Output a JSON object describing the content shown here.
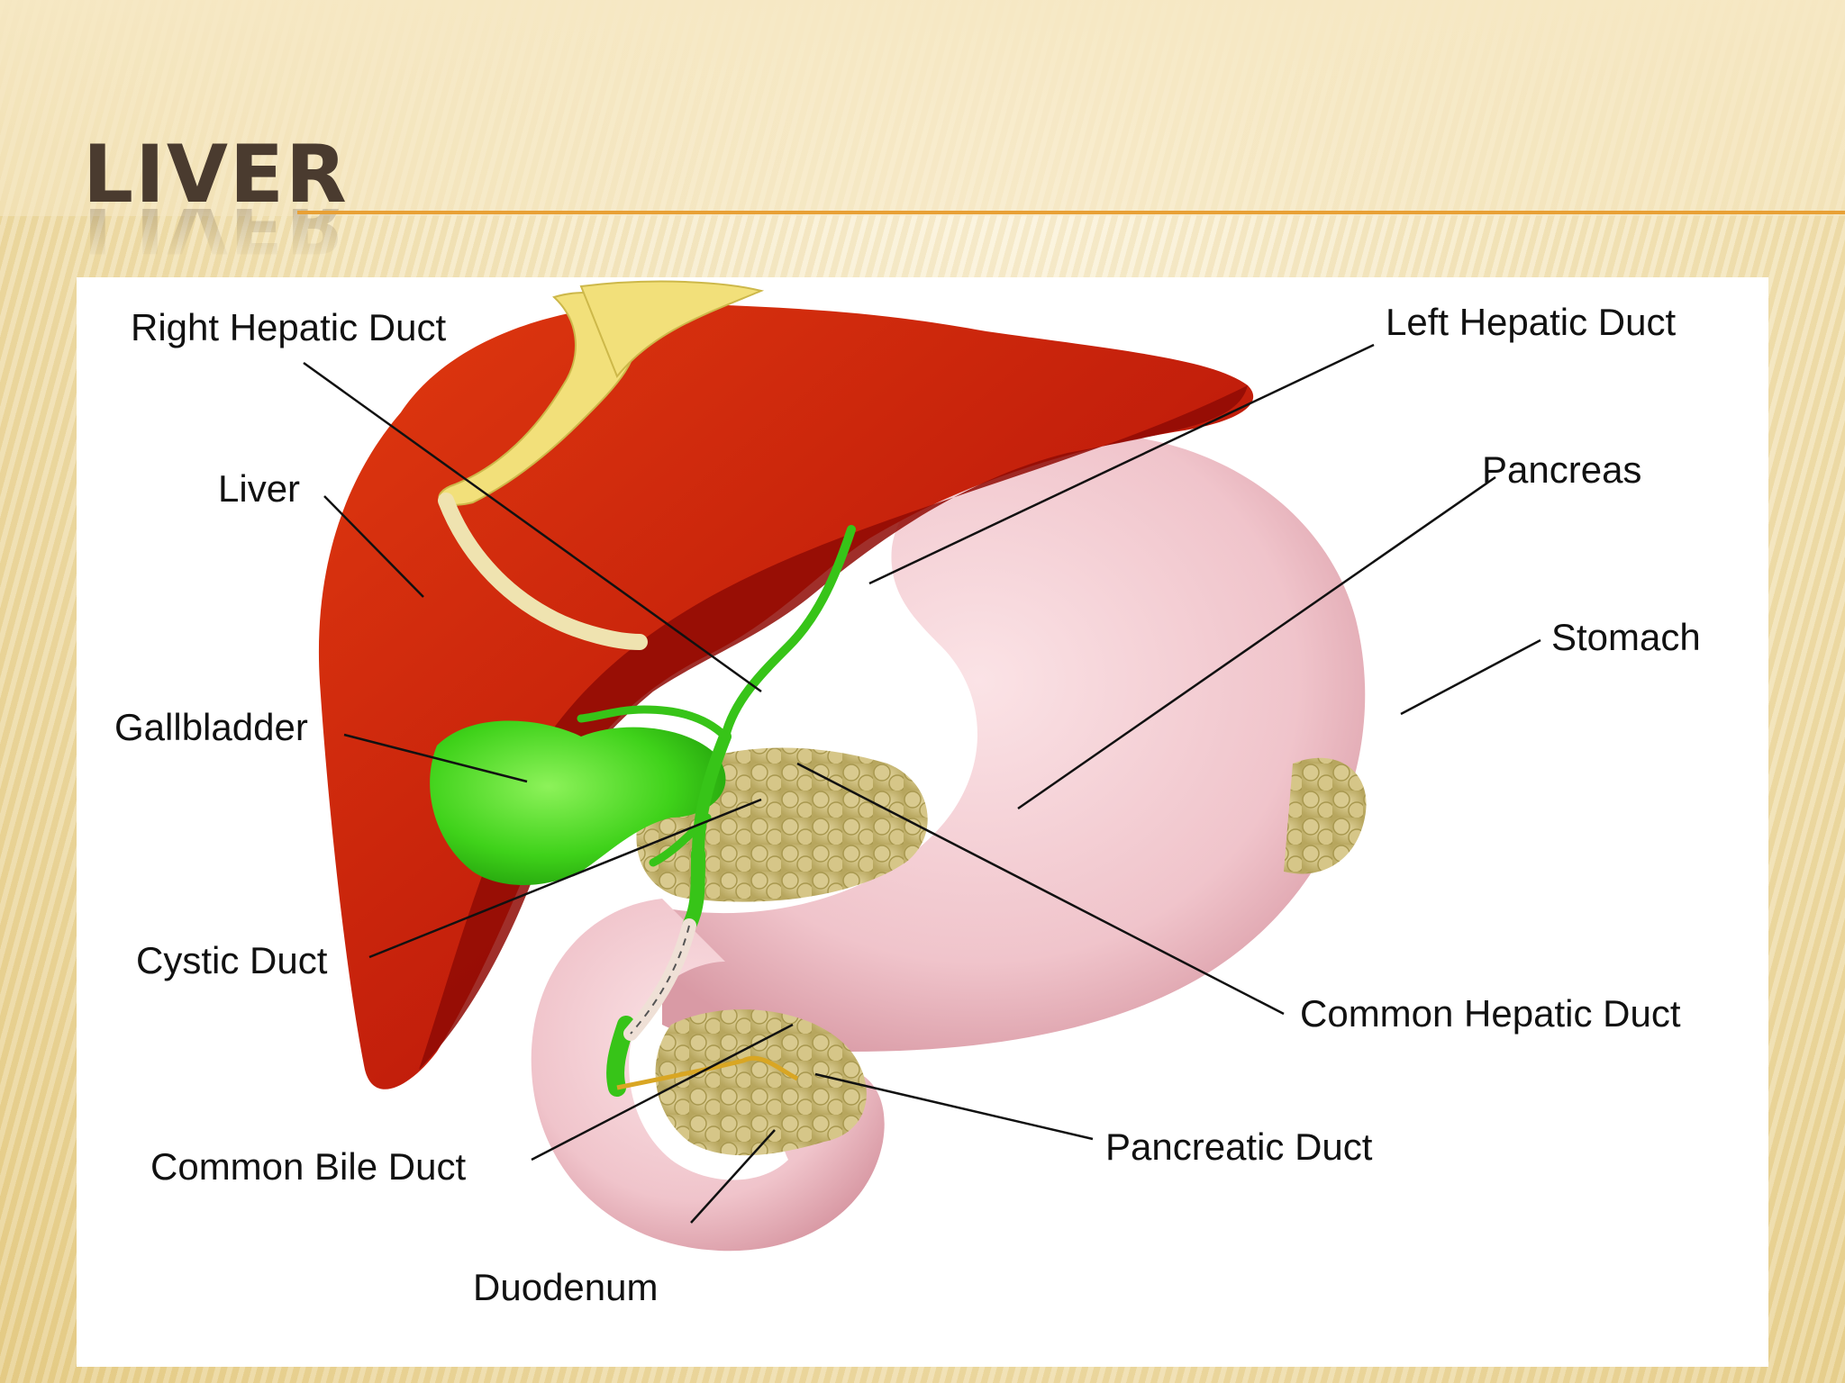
{
  "slide": {
    "title": "LIVER"
  },
  "diagram": {
    "labels": {
      "right_hepatic_duct": "Right Hepatic Duct",
      "left_hepatic_duct": "Left Hepatic Duct",
      "liver": "Liver",
      "pancreas": "Pancreas",
      "stomach": "Stomach",
      "gallbladder": "Gallbladder",
      "cystic_duct": "Cystic Duct",
      "common_hepatic_duct": "Common Hepatic Duct",
      "common_bile_duct": "Common Bile Duct",
      "pancreatic_duct": "Pancreatic Duct",
      "duodenum": "Duodenum"
    },
    "colors": {
      "liver": "#c21e0b",
      "liver_dark": "#8f0a05",
      "stomach": "#f1c6cc",
      "pancreas": "#d6c68a",
      "gallbladder": "#3fd21a",
      "ligament": "#f2e07a"
    }
  }
}
